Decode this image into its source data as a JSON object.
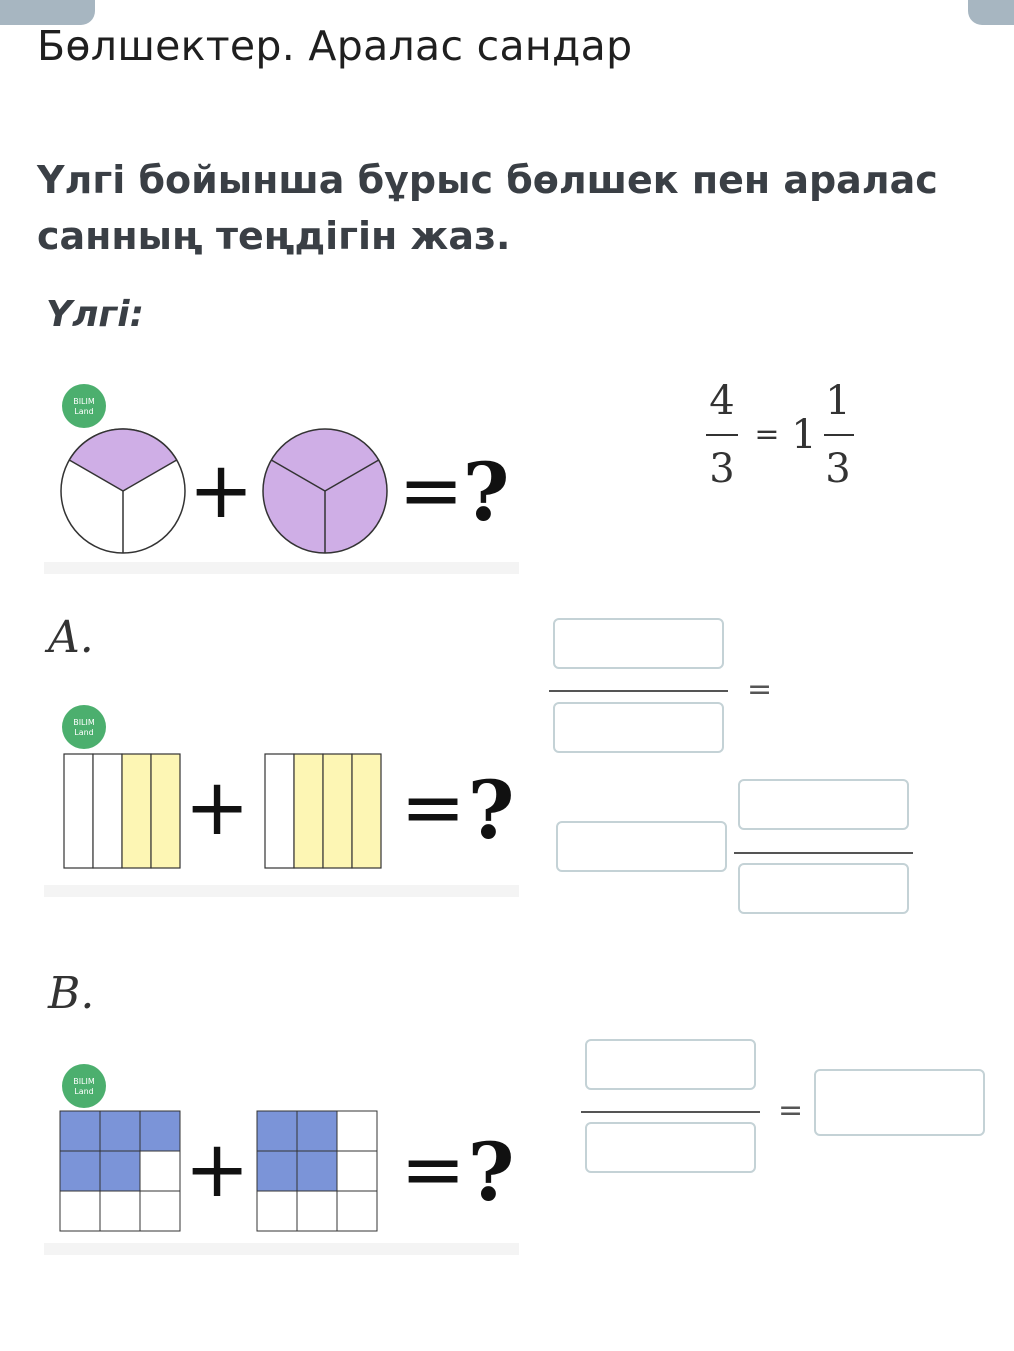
{
  "header": {
    "title": "Бөлшектер. Аралас сандар"
  },
  "task": {
    "instruction": "Үлгі бойынша бұрыс бөлшек пен аралас санның теңдігін жаз.",
    "sample_label": "Үлгі:",
    "logo_text": "BILIM Land",
    "operator_plus": "+",
    "operator_equals": "=",
    "question_mark": "?",
    "sample_answer": {
      "numerator": "4",
      "denominator": "3",
      "equals": "=",
      "whole": "1",
      "frac_numerator": "1",
      "frac_denominator": "3"
    }
  },
  "part_a": {
    "label": "A.",
    "equals": "=",
    "figure": {
      "shape": "rectangle-4-columns",
      "left_shaded_of": [
        2,
        4
      ],
      "right_shaded_of": [
        3,
        4
      ],
      "fill_color": "#fdf6b4"
    },
    "inputs": {
      "numerator": "",
      "denominator": "",
      "whole": "",
      "frac_numerator": "",
      "frac_denominator": ""
    }
  },
  "part_b": {
    "label": "B.",
    "equals": "=",
    "figure": {
      "shape": "grid-3x3",
      "left_shaded_of": [
        5,
        9
      ],
      "right_shaded_of": [
        4,
        9
      ],
      "fill_color": "#7b94d8"
    },
    "inputs": {
      "numerator": "",
      "denominator": "",
      "result": ""
    }
  },
  "colors": {
    "pie_fill": "#cfaee6",
    "logo_green": "#4caf6e",
    "input_border": "#c4d2d6",
    "tab": "#a7b6c1"
  }
}
